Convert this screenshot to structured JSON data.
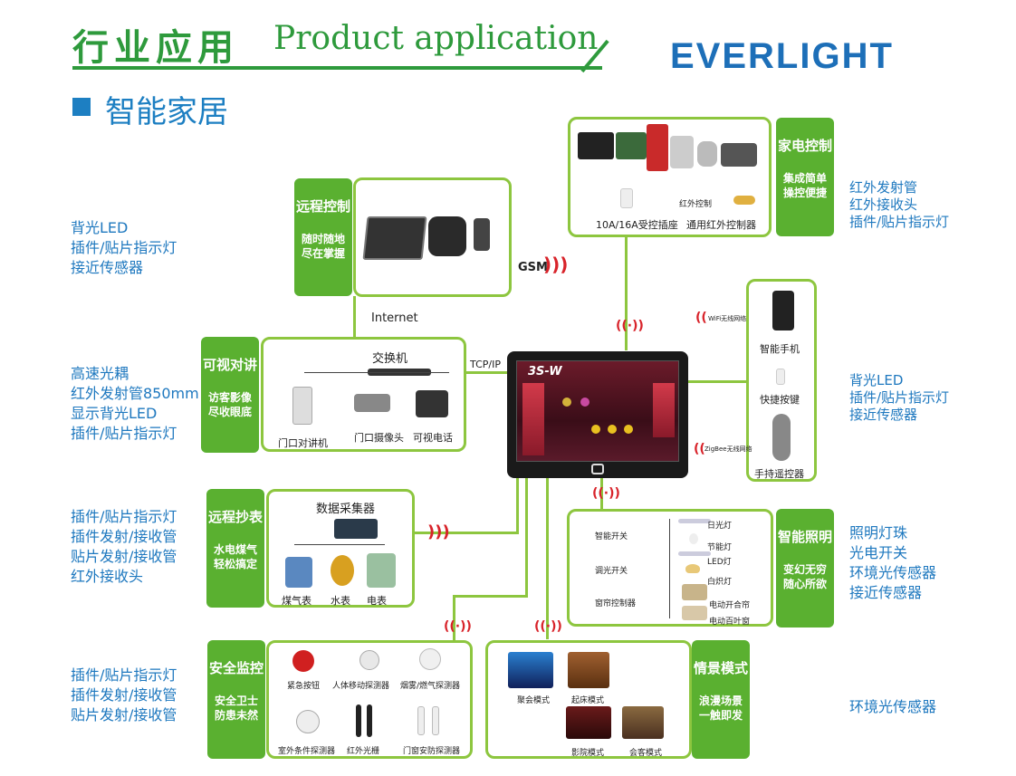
{
  "header": {
    "title_cn": "行业应用",
    "title_en": "Product application",
    "logo": "EVERLIGHT",
    "section_title": "智能家居"
  },
  "left_texts": {
    "group1": [
      "背光LED",
      "插件/贴片指示灯",
      "接近传感器"
    ],
    "group2": [
      "高速光耦",
      "红外发射管850mm",
      "显示背光LED",
      "插件/贴片指示灯"
    ],
    "group3": [
      "插件/贴片指示灯",
      "插件发射/接收管",
      "贴片发射/接收管",
      "红外接收头"
    ],
    "group4": [
      "插件/贴片指示灯",
      "插件发射/接收管",
      "贴片发射/接收管"
    ]
  },
  "right_texts": {
    "group1": [
      "红外发射管",
      "红外接收头",
      "插件/贴片指示灯"
    ],
    "group2": [
      "背光LED",
      "插件/贴片指示灯",
      "接近传感器"
    ],
    "group3": [
      "照明灯珠",
      "光电开关",
      "环境光传感器",
      "接近传感器"
    ],
    "group4": [
      "环境光传感器"
    ]
  },
  "remote": {
    "tag": "远程控制",
    "tag_sub": "随时随地尽在掌握"
  },
  "appliance": {
    "tag": "家电控制",
    "tag_sub": "集成简单操控便捷",
    "socket": "10A/16A受控插座",
    "ir": "通用红外控制器",
    "ir_small": "红外控制"
  },
  "video": {
    "tag": "可视对讲",
    "tag_sub": "访客影像尽收眼底",
    "switch": "交换机",
    "intercom": "门口对讲机",
    "camera": "门口摄像头",
    "phone": "可视电话"
  },
  "meter": {
    "tag": "远程抄表",
    "tag_sub": "水电煤气轻松搞定",
    "collector": "数据采集器",
    "gas": "煤气表",
    "water": "水表",
    "electric": "电表"
  },
  "security": {
    "tag": "安全监控",
    "tag_sub": "安全卫士防患未然",
    "items": [
      "紧急按钮",
      "人体移动探测器",
      "烟雾/燃气探测器",
      "室外条件探测器",
      "红外光栅",
      "门窗安防探测器"
    ]
  },
  "scene": {
    "tag": "情景模式",
    "tag_sub": "浪漫场景一触即发",
    "items": [
      "聚会模式",
      "起床模式",
      "影院模式",
      "会客模式"
    ]
  },
  "lighting": {
    "tag": "智能照明",
    "tag_sub": "变幻无穷随心所欲",
    "left": [
      "智能开关",
      "调光开关",
      "窗帘控制器"
    ],
    "right": [
      "日光灯",
      "节能灯",
      "LED灯",
      "白炽灯",
      "电动开合帘",
      "电动百叶窗"
    ]
  },
  "mobile": {
    "phone": "智能手机",
    "button": "快捷按键",
    "remote": "手持遥控器",
    "wifi": "WiFi无线网络",
    "zigbee": "ZigBee无线网络"
  },
  "net": {
    "gsm": "GSM",
    "internet": "Internet",
    "tcpip": "TCP/IP"
  },
  "tablet": {
    "title": "3S-W"
  }
}
